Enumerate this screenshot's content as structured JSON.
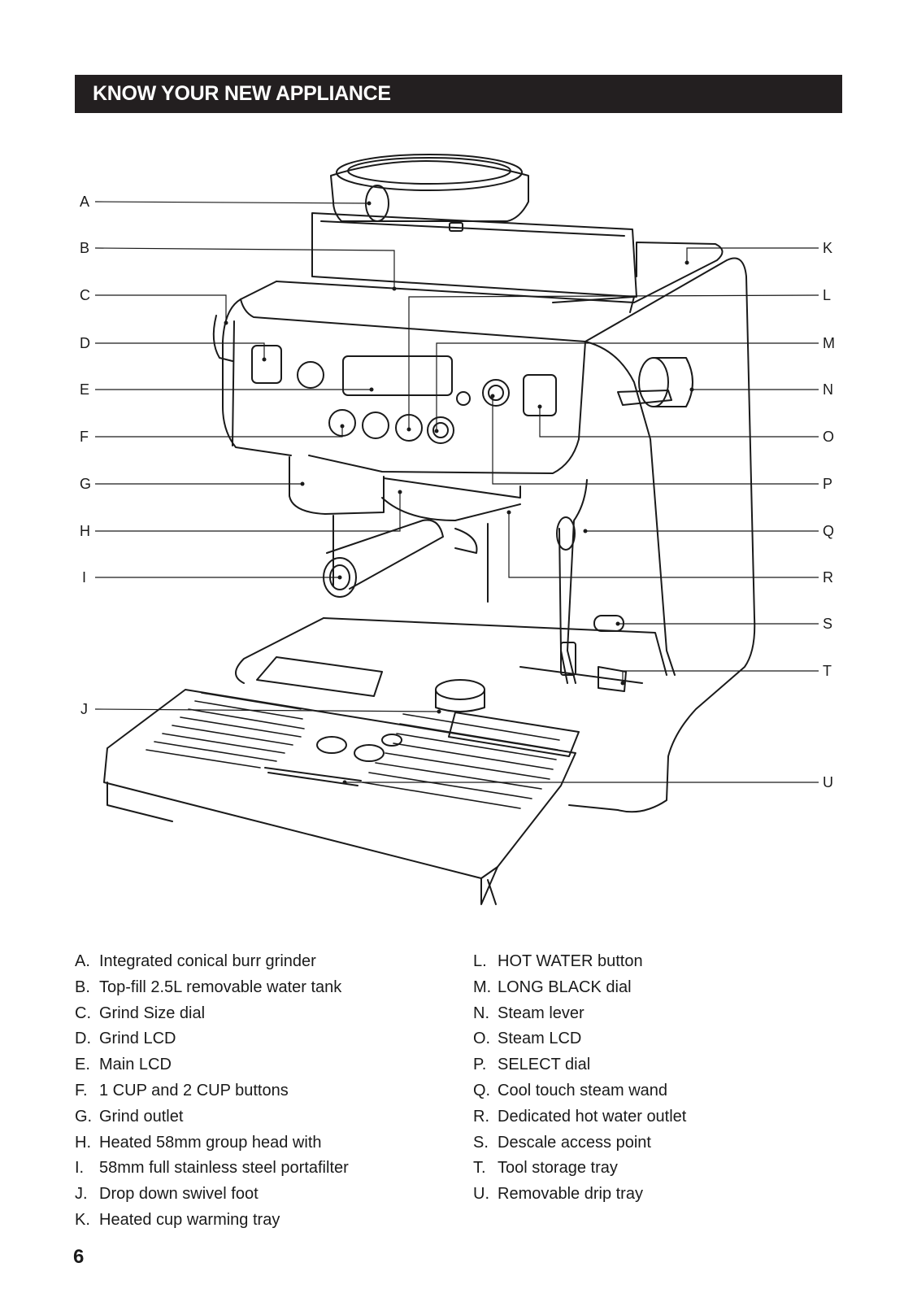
{
  "header": {
    "title": "KNOW YOUR NEW APPLIANCE"
  },
  "diagram": {
    "callouts_left": [
      "A",
      "B",
      "C",
      "D",
      "E",
      "F",
      "G",
      "H",
      "I",
      "J"
    ],
    "callouts_right": [
      "K",
      "L",
      "M",
      "N",
      "O",
      "P",
      "Q",
      "R",
      "S",
      "T",
      "U"
    ]
  },
  "legend": {
    "left": [
      {
        "letter": "A.",
        "text": "Integrated conical burr grinder"
      },
      {
        "letter": "B.",
        "text": "Top-fill 2.5L removable water tank"
      },
      {
        "letter": "C.",
        "text": "Grind Size dial"
      },
      {
        "letter": "D.",
        "text": "Grind LCD"
      },
      {
        "letter": "E.",
        "text": "Main LCD"
      },
      {
        "letter": "F.",
        "text": "1 CUP and 2 CUP buttons"
      },
      {
        "letter": "G.",
        "text": "Grind outlet"
      },
      {
        "letter": "H.",
        "text": "Heated 58mm group head with"
      },
      {
        "letter": "I.",
        "text": "58mm full stainless steel portafilter"
      },
      {
        "letter": "J.",
        "text": "Drop down swivel foot"
      },
      {
        "letter": "K.",
        "text": "Heated cup warming tray"
      }
    ],
    "right": [
      {
        "letter": "L.",
        "text": "HOT WATER button"
      },
      {
        "letter": "M.",
        "text": "LONG BLACK dial"
      },
      {
        "letter": "N.",
        "text": "Steam lever"
      },
      {
        "letter": "O.",
        "text": "Steam LCD"
      },
      {
        "letter": "P.",
        "text": "SELECT dial"
      },
      {
        "letter": "Q.",
        "text": "Cool touch steam wand"
      },
      {
        "letter": "R.",
        "text": "Dedicated hot water outlet"
      },
      {
        "letter": "S.",
        "text": "Descale access point"
      },
      {
        "letter": "T.",
        "text": "Tool storage tray"
      },
      {
        "letter": "U.",
        "text": "Removable drip tray"
      }
    ]
  },
  "page_number": "6"
}
